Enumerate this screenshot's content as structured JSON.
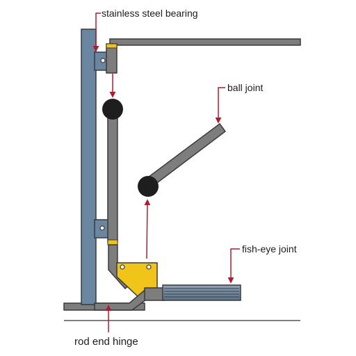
{
  "labels": {
    "stainless_steel_bearing": "stainless steel bearing",
    "ball_joint": "ball joint",
    "fish_eye_joint": "fish-eye joint",
    "rod_end_hinge": "rod end hinge"
  },
  "colors": {
    "post": "#6b86a0",
    "rod": "#7d7d7d",
    "outline": "#3a3a3a",
    "plate": "#f0c419",
    "ball": "#1e1e1e",
    "arrow": "#b01c2e",
    "ground": "#555555"
  }
}
